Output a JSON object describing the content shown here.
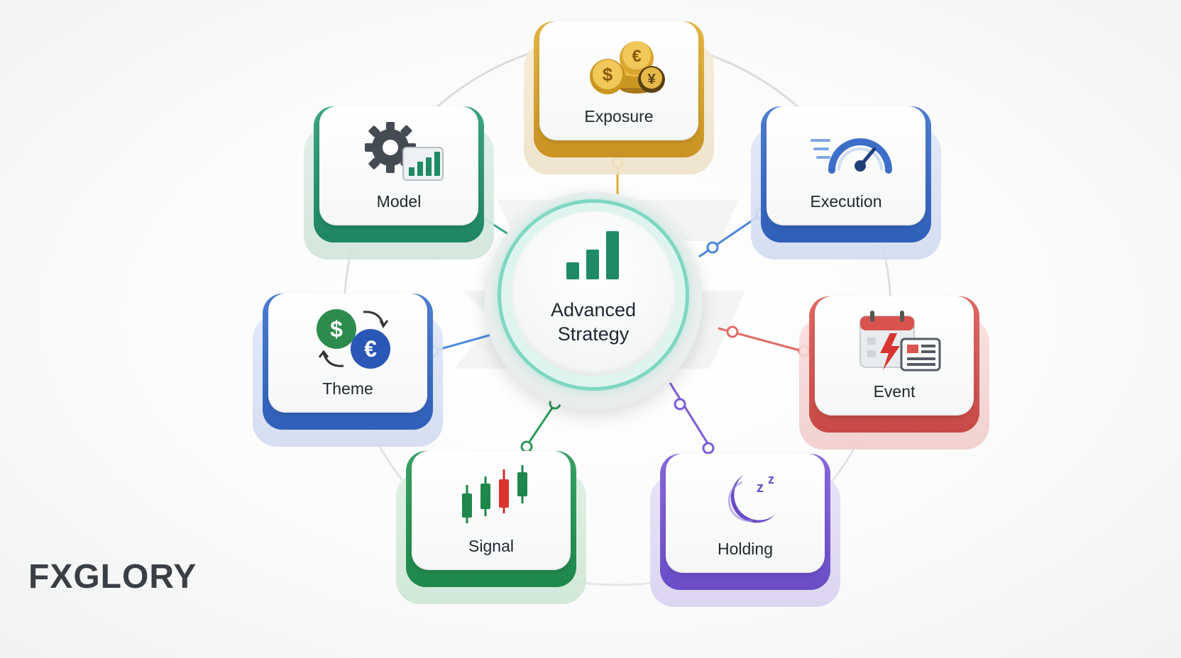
{
  "center": {
    "line1": "Advanced",
    "line2": "Strategy",
    "icon": "bar-chart-icon",
    "accent": "#1f8a66"
  },
  "nodes": [
    {
      "id": "exposure",
      "label": "Exposure",
      "icon": "coins-icon",
      "color": "#d4a32c"
    },
    {
      "id": "execution",
      "label": "Execution",
      "icon": "speedometer-icon",
      "color": "#3b6fc9"
    },
    {
      "id": "event",
      "label": "Event",
      "icon": "calendar-news-icon",
      "color": "#d9534f"
    },
    {
      "id": "holding",
      "label": "Holding",
      "icon": "moon-sleep-icon",
      "color": "#7b5bd6"
    },
    {
      "id": "signal",
      "label": "Signal",
      "icon": "candlestick-icon",
      "color": "#2e9a5a"
    },
    {
      "id": "theme",
      "label": "Theme",
      "icon": "currency-exchange-icon",
      "color": "#3f7fd1"
    },
    {
      "id": "model",
      "label": "Model",
      "icon": "gear-chart-icon",
      "color": "#2b9877"
    }
  ],
  "brand": {
    "part1": "FX",
    "part2": "GLORY",
    "logo_icon": "fxglory-logo"
  }
}
